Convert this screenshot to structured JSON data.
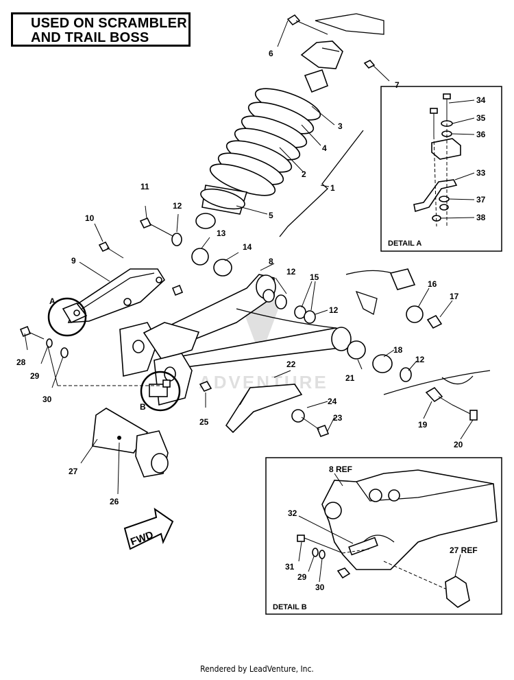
{
  "header": {
    "line1": "USED ON SCRAMBLER",
    "line2": "AND TRAIL BOSS"
  },
  "details": {
    "a_title": "DETAIL A",
    "b_title": "DETAIL B",
    "a_marker": "A",
    "b_marker": "B"
  },
  "fwd_label": "FWD",
  "watermark": "ADVENTURE",
  "callouts": {
    "c1": "1",
    "c2": "2",
    "c3": "3",
    "c4": "4",
    "c5": "5",
    "c6": "6",
    "c7": "7",
    "c8": "8",
    "c9": "9",
    "c10": "10",
    "c11": "11",
    "c12a": "12",
    "c12b": "12",
    "c12c": "12",
    "c12d": "12",
    "c13": "13",
    "c14": "14",
    "c15": "15",
    "c16": "16",
    "c17": "17",
    "c18": "18",
    "c19": "19",
    "c20": "20",
    "c21": "21",
    "c22": "22",
    "c23": "23",
    "c24": "24",
    "c25": "25",
    "c26": "26",
    "c27": "27",
    "c28": "28",
    "c29": "29",
    "c30": "30",
    "c33": "33",
    "c34": "34",
    "c35": "35",
    "c36": "36",
    "c37": "37",
    "c38": "38",
    "b8ref": "8 REF",
    "b32": "32",
    "b31": "31",
    "b29": "29",
    "b30": "30",
    "b27ref": "27 REF"
  },
  "footer": "Rendered by LeadVenture, Inc."
}
